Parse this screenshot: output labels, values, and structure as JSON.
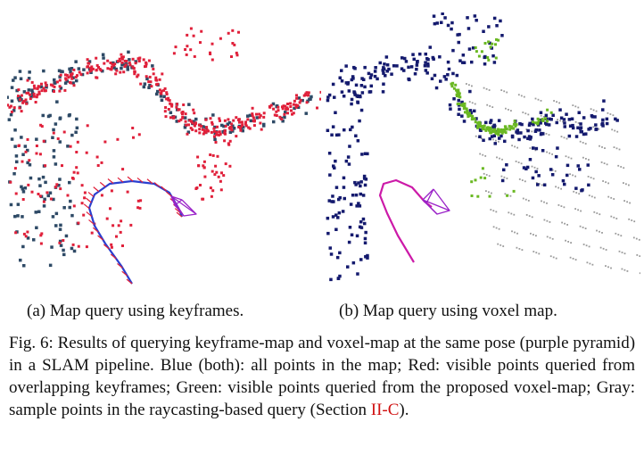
{
  "subfigures": [
    {
      "label": "(a)",
      "caption": "Map query using keyframes."
    },
    {
      "label": "(b)",
      "caption": "Map query using voxel map."
    }
  ],
  "caption": {
    "prefix": "Fig. 6:",
    "text": "Results of querying keyframe-map and voxel-map at the same pose (purple pyramid) in a SLAM pipeline. Blue (both): all points in the map; Red: visible points queried from overlapping keyframes; Green: visible points queried from the proposed voxel-map; Gray: sample points in the raycasting-based query (Section",
    "ref": "II-C",
    "suffix": ")."
  },
  "colors": {
    "map_points_a": "#2e4a66",
    "map_points_b": "#141a6e",
    "keyframe_visible": "#e0203a",
    "voxel_visible": "#6ab822",
    "sample_points": "#9a9a9a",
    "trajectory_a": "#2a3fd0",
    "trajectory_b": "#cc1aa8",
    "pose_pyramid": "#9a22c8",
    "section_ref": "#d01010"
  }
}
